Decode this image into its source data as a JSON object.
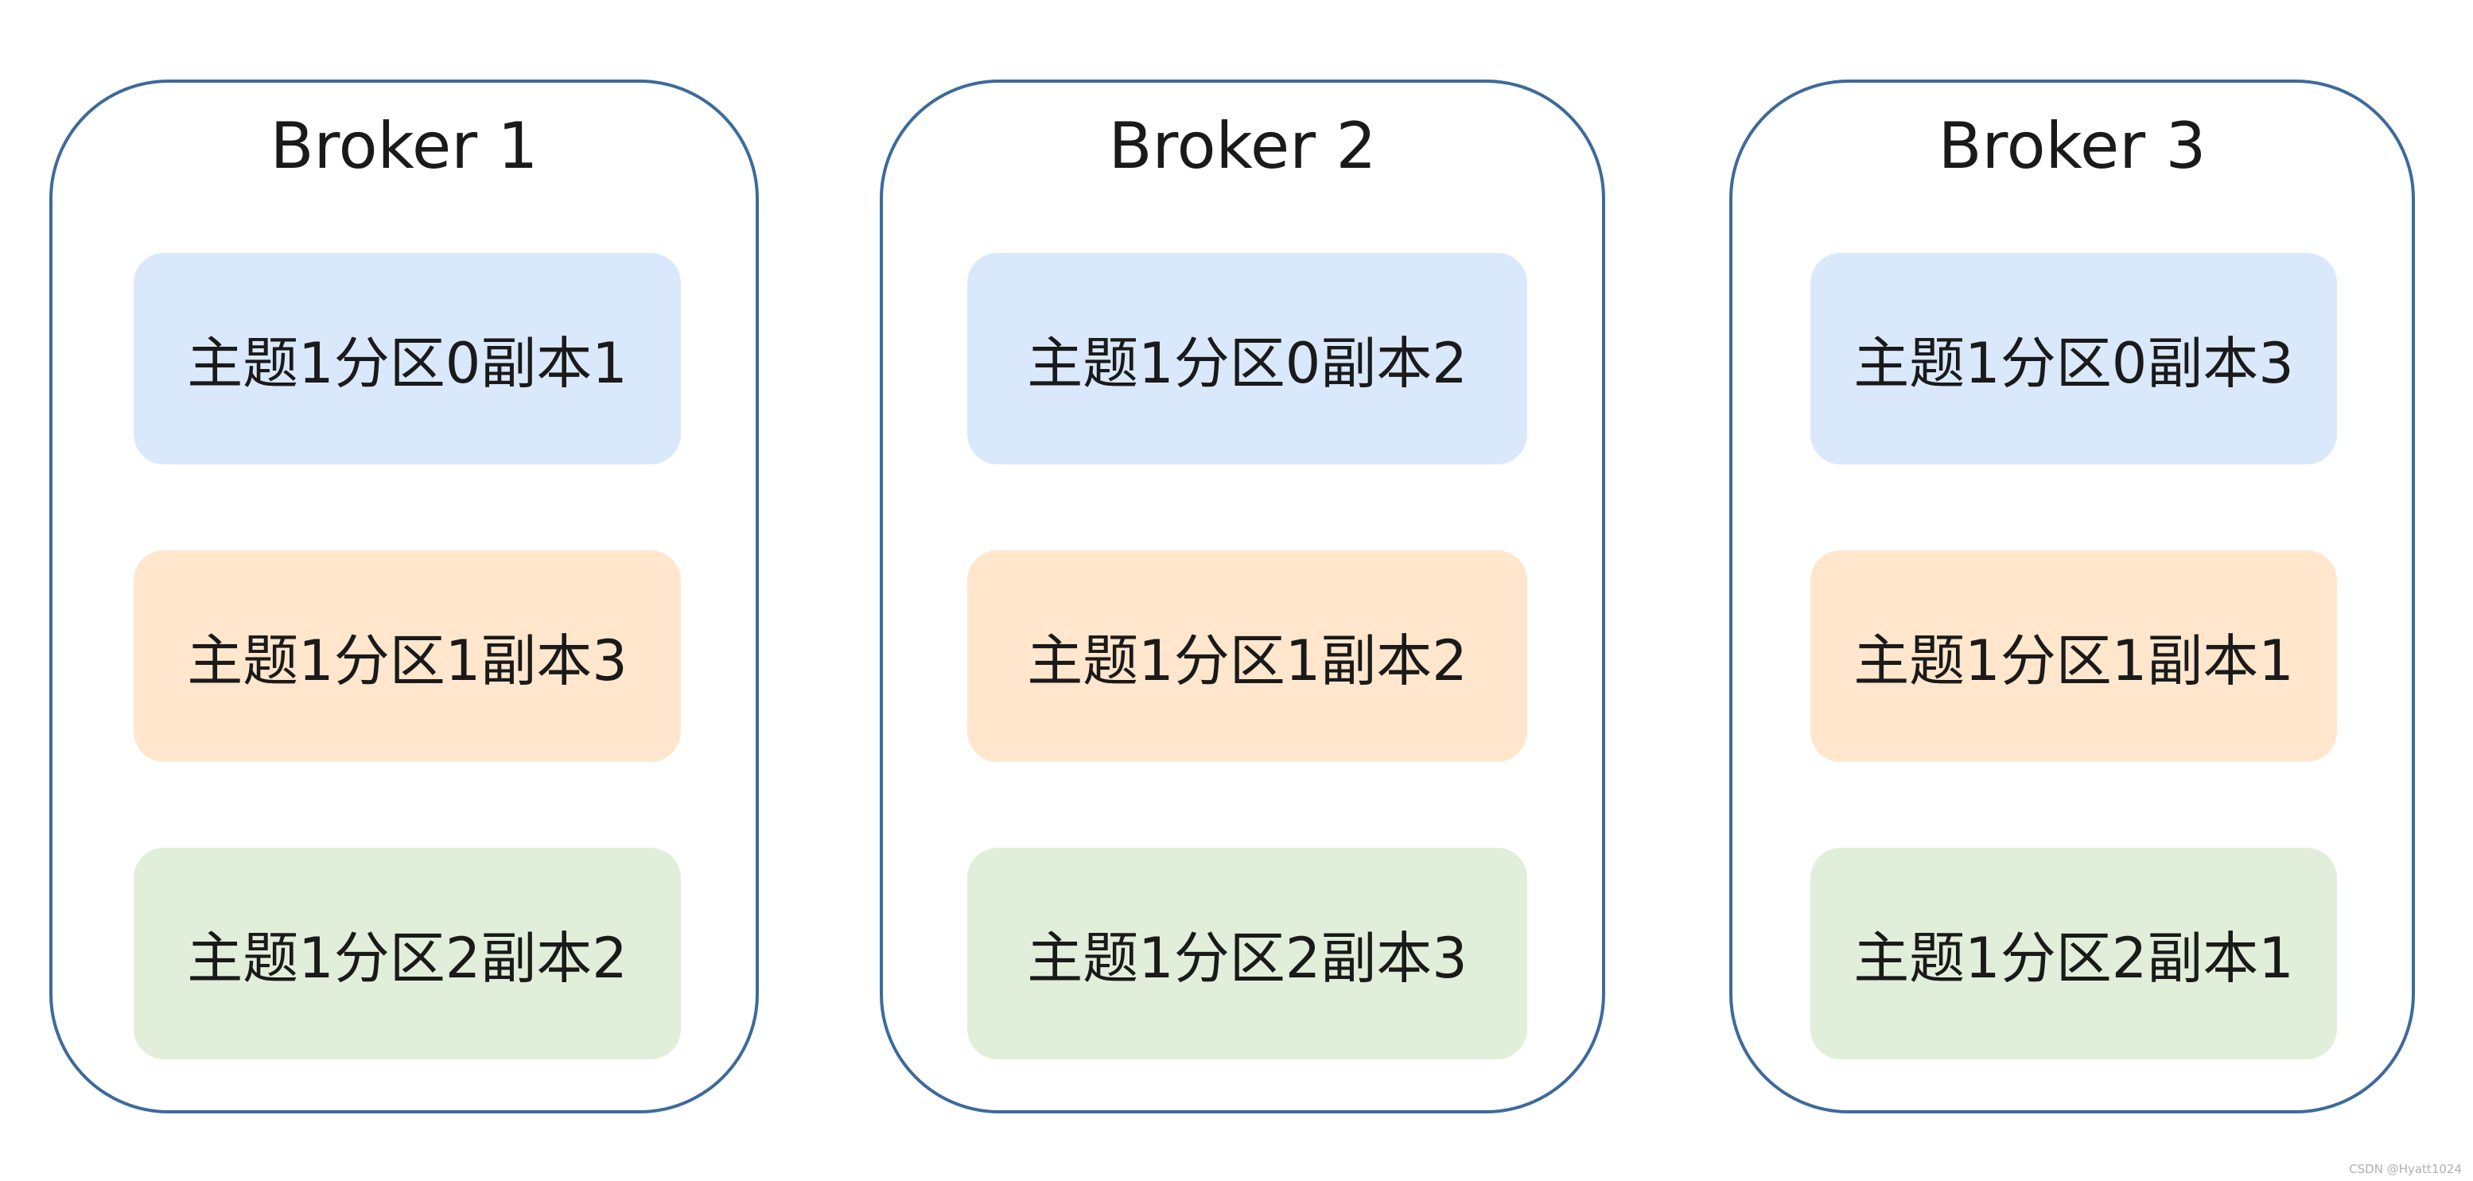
{
  "brokers": [
    {
      "title": "Broker 1",
      "replicas": [
        "主题1分区0副本1",
        "主题1分区1副本3",
        "主题1分区2副本2"
      ]
    },
    {
      "title": "Broker 2",
      "replicas": [
        "主题1分区0副本2",
        "主题1分区1副本2",
        "主题1分区2副本3"
      ]
    },
    {
      "title": "Broker 3",
      "replicas": [
        "主题1分区0副本3",
        "主题1分区1副本1",
        "主题1分区2副本1"
      ]
    }
  ],
  "colors": {
    "border": "#3d6a9c",
    "partition_0_fill": "#dae8fc",
    "partition_1_fill": "#ffe6cc",
    "partition_2_fill": "#e1eed9"
  },
  "watermark": "CSDN @Hyatt1024"
}
